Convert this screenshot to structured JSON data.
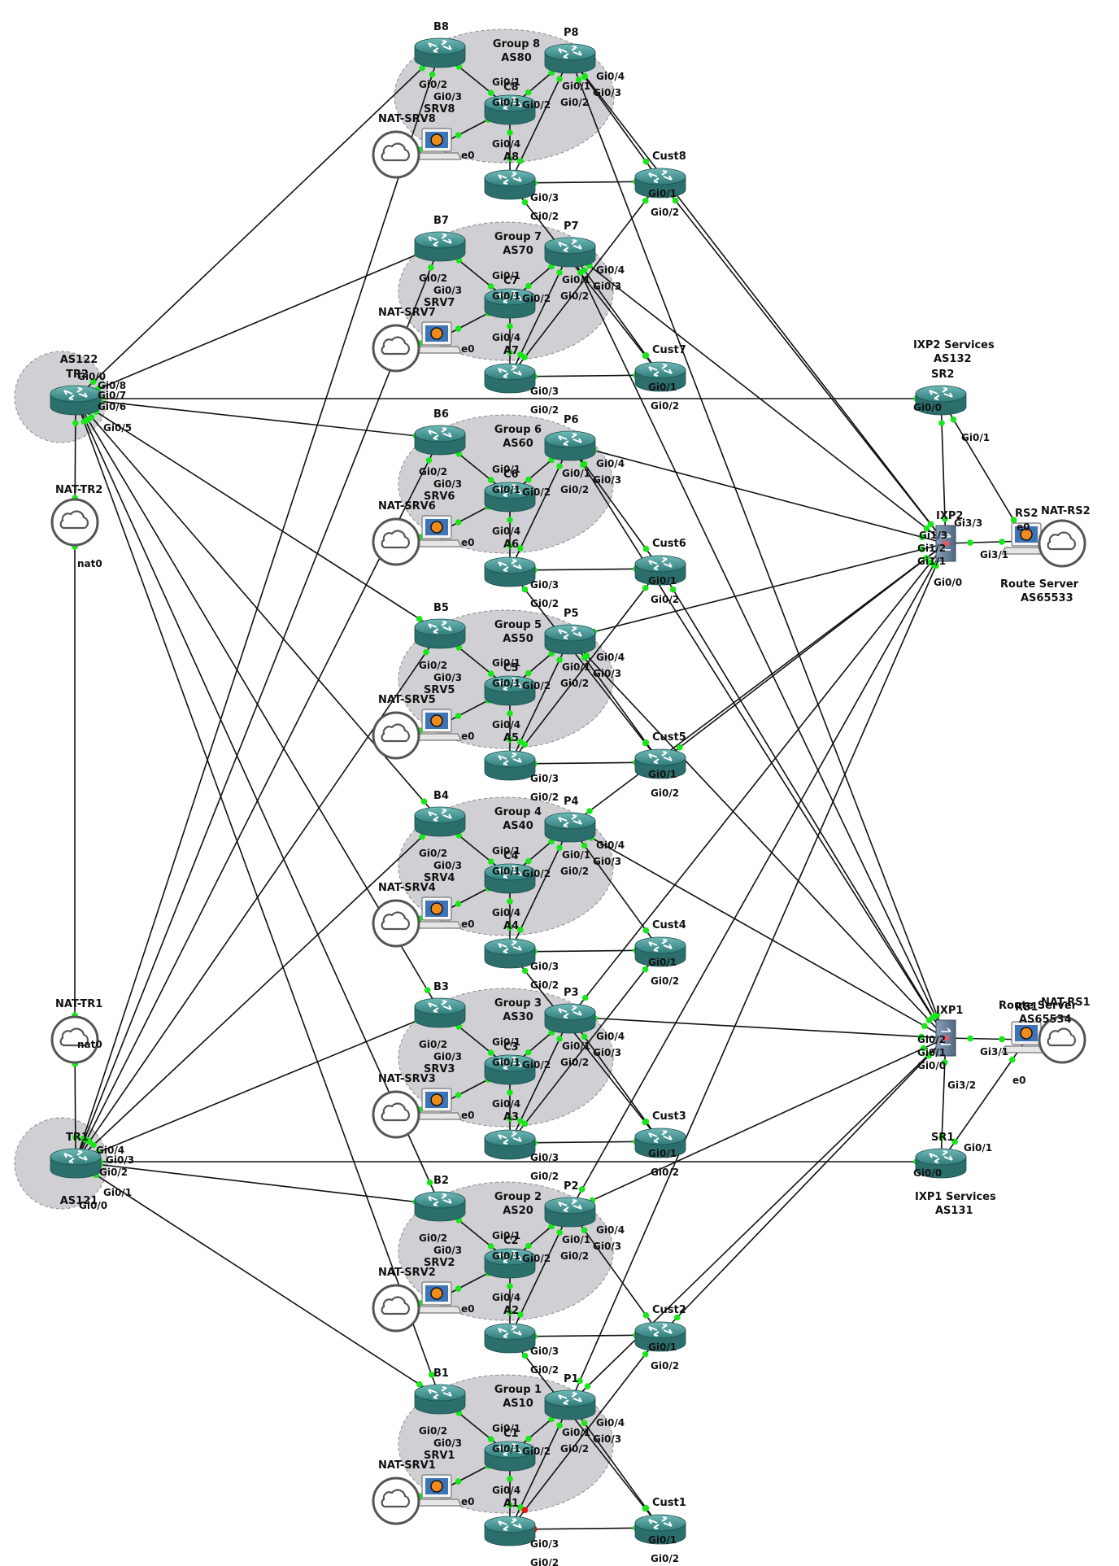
{
  "groups": [
    {
      "id": "g8",
      "name": "Group 8",
      "asn": "AS80"
    },
    {
      "id": "g7",
      "name": "Group 7",
      "asn": "AS70"
    },
    {
      "id": "g6",
      "name": "Group 6",
      "asn": "AS60"
    },
    {
      "id": "g5",
      "name": "Group 5",
      "asn": "AS50"
    },
    {
      "id": "g4",
      "name": "Group 4",
      "asn": "AS40"
    },
    {
      "id": "g3",
      "name": "Group 3",
      "asn": "AS30"
    },
    {
      "id": "g2",
      "name": "Group 2",
      "asn": "AS20"
    },
    {
      "id": "g1",
      "name": "Group 1",
      "asn": "AS10"
    },
    {
      "id": "tr2g",
      "name": "AS122",
      "asn": ""
    },
    {
      "id": "tr1g",
      "name": "",
      "asn": "AS121"
    }
  ],
  "nodes": [
    {
      "id": "B8",
      "label": "B8",
      "type": "router"
    },
    {
      "id": "P8",
      "label": "P8",
      "type": "router"
    },
    {
      "id": "C8",
      "label": "C8",
      "type": "router"
    },
    {
      "id": "A8",
      "label": "A8",
      "type": "router"
    },
    {
      "id": "Cust8",
      "label": "Cust8",
      "type": "router"
    },
    {
      "id": "SRV8",
      "label": "SRV8",
      "type": "server"
    },
    {
      "id": "NAT8",
      "label": "NAT-SRV8",
      "type": "cloud"
    },
    {
      "id": "B7",
      "label": "B7",
      "type": "router"
    },
    {
      "id": "P7",
      "label": "P7",
      "type": "router"
    },
    {
      "id": "C7",
      "label": "C7",
      "type": "router"
    },
    {
      "id": "A7",
      "label": "A7",
      "type": "router"
    },
    {
      "id": "Cust7",
      "label": "Cust7",
      "type": "router"
    },
    {
      "id": "SRV7",
      "label": "SRV7",
      "type": "server"
    },
    {
      "id": "NAT7",
      "label": "NAT-SRV7",
      "type": "cloud"
    },
    {
      "id": "B6",
      "label": "B6",
      "type": "router"
    },
    {
      "id": "P6",
      "label": "P6",
      "type": "router"
    },
    {
      "id": "C6",
      "label": "C6",
      "type": "router"
    },
    {
      "id": "A6",
      "label": "A6",
      "type": "router"
    },
    {
      "id": "Cust6",
      "label": "Cust6",
      "type": "router"
    },
    {
      "id": "SRV6",
      "label": "SRV6",
      "type": "server"
    },
    {
      "id": "NAT6",
      "label": "NAT-SRV6",
      "type": "cloud"
    },
    {
      "id": "B5",
      "label": "B5",
      "type": "router"
    },
    {
      "id": "P5",
      "label": "P5",
      "type": "router"
    },
    {
      "id": "C5",
      "label": "C5",
      "type": "router"
    },
    {
      "id": "A5",
      "label": "A5",
      "type": "router"
    },
    {
      "id": "Cust5",
      "label": "Cust5",
      "type": "router"
    },
    {
      "id": "SRV5",
      "label": "SRV5",
      "type": "server"
    },
    {
      "id": "NAT5",
      "label": "NAT-SRV5",
      "type": "cloud"
    },
    {
      "id": "B4",
      "label": "B4",
      "type": "router"
    },
    {
      "id": "P4",
      "label": "P4",
      "type": "router"
    },
    {
      "id": "C4",
      "label": "C4",
      "type": "router"
    },
    {
      "id": "A4",
      "label": "A4",
      "type": "router"
    },
    {
      "id": "Cust4",
      "label": "Cust4",
      "type": "router"
    },
    {
      "id": "SRV4",
      "label": "SRV4",
      "type": "server"
    },
    {
      "id": "NAT4",
      "label": "NAT-SRV4",
      "type": "cloud"
    },
    {
      "id": "B3",
      "label": "B3",
      "type": "router"
    },
    {
      "id": "P3",
      "label": "P3",
      "type": "router"
    },
    {
      "id": "C3",
      "label": "C3",
      "type": "router"
    },
    {
      "id": "A3",
      "label": "A3",
      "type": "router"
    },
    {
      "id": "Cust3",
      "label": "Cust3",
      "type": "router"
    },
    {
      "id": "SRV3",
      "label": "SRV3",
      "type": "server"
    },
    {
      "id": "NAT3",
      "label": "NAT-SRV3",
      "type": "cloud"
    },
    {
      "id": "B2",
      "label": "B2",
      "type": "router"
    },
    {
      "id": "P2",
      "label": "P2",
      "type": "router"
    },
    {
      "id": "C2",
      "label": "C2",
      "type": "router"
    },
    {
      "id": "A2",
      "label": "A2",
      "type": "router"
    },
    {
      "id": "Cust2",
      "label": "Cust2",
      "type": "router"
    },
    {
      "id": "SRV2",
      "label": "SRV2",
      "type": "server"
    },
    {
      "id": "NAT2",
      "label": "NAT-SRV2",
      "type": "cloud"
    },
    {
      "id": "B1",
      "label": "B1",
      "type": "router"
    },
    {
      "id": "P1",
      "label": "P1",
      "type": "router"
    },
    {
      "id": "C1",
      "label": "C1",
      "type": "router"
    },
    {
      "id": "A1",
      "label": "A1",
      "type": "router"
    },
    {
      "id": "Cust1",
      "label": "Cust1",
      "type": "router"
    },
    {
      "id": "SRV1",
      "label": "SRV1",
      "type": "server"
    },
    {
      "id": "NAT1",
      "label": "NAT-SRV1",
      "type": "cloud"
    },
    {
      "id": "TR2",
      "label": "TR2",
      "type": "router"
    },
    {
      "id": "TR1",
      "label": "TR1",
      "type": "router"
    },
    {
      "id": "NATTR2",
      "label": "NAT-TR2",
      "type": "cloud"
    },
    {
      "id": "NATTR1",
      "label": "NAT-TR1",
      "type": "cloud"
    },
    {
      "id": "SR2",
      "label": "SR2",
      "type": "router"
    },
    {
      "id": "SR1",
      "label": "SR1",
      "type": "router"
    },
    {
      "id": "IXP2",
      "label": "IXP2",
      "type": "switch"
    },
    {
      "id": "IXP1",
      "label": "IXP1",
      "type": "switch"
    },
    {
      "id": "RS2",
      "label": "RS2",
      "type": "server"
    },
    {
      "id": "RS1",
      "label": "RS1",
      "type": "server"
    },
    {
      "id": "NATRS2",
      "label": "NAT-RS2",
      "type": "cloud"
    },
    {
      "id": "NATRS1",
      "label": "NAT-RS1",
      "type": "cloud"
    }
  ],
  "annotations": [
    {
      "id": "ixp2svc",
      "lines": [
        "IXP2 Services",
        "AS132"
      ]
    },
    {
      "id": "ixp1svc",
      "lines": [
        "IXP1 Services",
        "AS131"
      ]
    },
    {
      "id": "rs2desc",
      "lines": [
        "Route Server",
        "AS65533"
      ]
    },
    {
      "id": "rs1desc",
      "lines": [
        "Route Server",
        "AS65534"
      ]
    }
  ],
  "links": [
    [
      "B8",
      "C8"
    ],
    [
      "C8",
      "P8"
    ],
    [
      "C8",
      "SRV8"
    ],
    [
      "C8",
      "A8"
    ],
    [
      "P8",
      "A8"
    ],
    [
      "P8",
      "Cust8"
    ],
    [
      "A8",
      "Cust8"
    ],
    [
      "SRV8",
      "NAT8"
    ],
    [
      "B7",
      "C7"
    ],
    [
      "C7",
      "P7"
    ],
    [
      "C7",
      "SRV7"
    ],
    [
      "C7",
      "A7"
    ],
    [
      "P7",
      "A7"
    ],
    [
      "P7",
      "Cust7"
    ],
    [
      "A7",
      "Cust7"
    ],
    [
      "SRV7",
      "NAT7"
    ],
    [
      "B6",
      "C6"
    ],
    [
      "C6",
      "P6"
    ],
    [
      "C6",
      "SRV6"
    ],
    [
      "C6",
      "A6"
    ],
    [
      "P6",
      "A6"
    ],
    [
      "P6",
      "Cust6"
    ],
    [
      "A6",
      "Cust6"
    ],
    [
      "SRV6",
      "NAT6"
    ],
    [
      "B5",
      "C5"
    ],
    [
      "C5",
      "P5"
    ],
    [
      "C5",
      "SRV5"
    ],
    [
      "C5",
      "A5"
    ],
    [
      "P5",
      "A5"
    ],
    [
      "P5",
      "Cust5"
    ],
    [
      "A5",
      "Cust5"
    ],
    [
      "SRV5",
      "NAT5"
    ],
    [
      "B4",
      "C4"
    ],
    [
      "C4",
      "P4"
    ],
    [
      "C4",
      "SRV4"
    ],
    [
      "C4",
      "A4"
    ],
    [
      "P4",
      "A4"
    ],
    [
      "P4",
      "Cust4"
    ],
    [
      "A4",
      "Cust4"
    ],
    [
      "SRV4",
      "NAT4"
    ],
    [
      "B3",
      "C3"
    ],
    [
      "C3",
      "P3"
    ],
    [
      "C3",
      "SRV3"
    ],
    [
      "C3",
      "A3"
    ],
    [
      "P3",
      "A3"
    ],
    [
      "P3",
      "Cust3"
    ],
    [
      "A3",
      "Cust3"
    ],
    [
      "SRV3",
      "NAT3"
    ],
    [
      "B2",
      "C2"
    ],
    [
      "C2",
      "P2"
    ],
    [
      "C2",
      "SRV2"
    ],
    [
      "C2",
      "A2"
    ],
    [
      "P2",
      "A2"
    ],
    [
      "P2",
      "Cust2"
    ],
    [
      "A2",
      "Cust2"
    ],
    [
      "SRV2",
      "NAT2"
    ],
    [
      "B1",
      "C1"
    ],
    [
      "C1",
      "P1"
    ],
    [
      "C1",
      "SRV1"
    ],
    [
      "C1",
      "A1"
    ],
    [
      "P1",
      "A1"
    ],
    [
      "P1",
      "Cust1"
    ],
    [
      "A1",
      "Cust1"
    ],
    [
      "SRV1",
      "NAT1"
    ],
    [
      "A8",
      "Cust7"
    ],
    [
      "A7",
      "Cust8"
    ],
    [
      "A6",
      "Cust5"
    ],
    [
      "A5",
      "Cust6"
    ],
    [
      "A4",
      "Cust3"
    ],
    [
      "A3",
      "Cust4"
    ],
    [
      "A2",
      "Cust1"
    ],
    [
      "A1",
      "Cust2"
    ],
    [
      "TR2",
      "B8"
    ],
    [
      "TR2",
      "B7"
    ],
    [
      "TR2",
      "B6"
    ],
    [
      "TR2",
      "B5"
    ],
    [
      "TR2",
      "B4"
    ],
    [
      "TR2",
      "B3"
    ],
    [
      "TR2",
      "B2"
    ],
    [
      "TR2",
      "B1"
    ],
    [
      "TR1",
      "B8"
    ],
    [
      "TR1",
      "B7"
    ],
    [
      "TR1",
      "B6"
    ],
    [
      "TR1",
      "B5"
    ],
    [
      "TR1",
      "B4"
    ],
    [
      "TR1",
      "B3"
    ],
    [
      "TR1",
      "B2"
    ],
    [
      "TR1",
      "B1"
    ],
    [
      "TR2",
      "SR2"
    ],
    [
      "TR1",
      "SR1"
    ],
    [
      "TR2",
      "NATTR2"
    ],
    [
      "TR1",
      "NATTR1"
    ],
    [
      "NATTR2",
      "NATTR1"
    ],
    [
      "SR2",
      "IXP2"
    ],
    [
      "SR1",
      "IXP1"
    ],
    [
      "SR2",
      "RS2"
    ],
    [
      "SR1",
      "RS1"
    ],
    [
      "IXP2",
      "RS2"
    ],
    [
      "IXP1",
      "RS1"
    ],
    [
      "RS2",
      "NATRS2"
    ],
    [
      "RS1",
      "NATRS1"
    ],
    [
      "P8",
      "IXP2"
    ],
    [
      "P7",
      "IXP2"
    ],
    [
      "P6",
      "IXP2"
    ],
    [
      "P5",
      "IXP2"
    ],
    [
      "P4",
      "IXP2"
    ],
    [
      "P3",
      "IXP2"
    ],
    [
      "P2",
      "IXP2"
    ],
    [
      "P1",
      "IXP2"
    ],
    [
      "P8",
      "IXP1"
    ],
    [
      "P7",
      "IXP1"
    ],
    [
      "P6",
      "IXP1"
    ],
    [
      "P5",
      "IXP1"
    ],
    [
      "P4",
      "IXP1"
    ],
    [
      "P3",
      "IXP1"
    ],
    [
      "P2",
      "IXP1"
    ],
    [
      "P1",
      "IXP1"
    ],
    [
      "Cust8",
      "IXP2"
    ],
    [
      "Cust5",
      "IXP2"
    ],
    [
      "Cust6",
      "IXP1"
    ],
    [
      "Cust2",
      "IXP1"
    ]
  ],
  "port_labels": {
    "group": [
      {
        "ref": "B",
        "text": "Gi0/2"
      },
      {
        "ref": "B",
        "text": "Gi0/3"
      },
      {
        "ref": "C",
        "text": "Gi0/1"
      },
      {
        "ref": "C",
        "text": "Gi0/1"
      },
      {
        "ref": "C",
        "text": "Gi0/4"
      },
      {
        "ref": "C",
        "text": "Gi0/2"
      },
      {
        "ref": "P",
        "text": "Gi0/1"
      },
      {
        "ref": "P",
        "text": "Gi0/2"
      },
      {
        "ref": "P",
        "text": "Gi0/3"
      },
      {
        "ref": "P",
        "text": "Gi0/4"
      },
      {
        "ref": "SRV",
        "text": "e0"
      },
      {
        "ref": "A",
        "text": "Gi0/3"
      },
      {
        "ref": "A",
        "text": "Gi0/2"
      },
      {
        "ref": "Cust",
        "text": "Gi0/1"
      },
      {
        "ref": "Cust",
        "text": "Gi0/2"
      }
    ],
    "misc": [
      {
        "id": "tr2a",
        "text": "Gi0/0"
      },
      {
        "id": "tr2b",
        "text": "Gi0/8"
      },
      {
        "id": "tr2c",
        "text": "Gi0/7"
      },
      {
        "id": "tr2d",
        "text": "Gi0/6"
      },
      {
        "id": "tr2e",
        "text": "Gi0/5"
      },
      {
        "id": "tr1a",
        "text": "Gi0/3"
      },
      {
        "id": "tr1b",
        "text": "Gi0/2"
      },
      {
        "id": "tr1c",
        "text": "Gi0/1"
      },
      {
        "id": "tr1d",
        "text": "Gi0/0"
      },
      {
        "id": "tr1e",
        "text": "Gi0/4"
      },
      {
        "id": "ntr2",
        "text": "nat0"
      },
      {
        "id": "ntr1",
        "text": "nat0"
      },
      {
        "id": "sr2a",
        "text": "Gi0/0"
      },
      {
        "id": "sr2b",
        "text": "Gi0/1"
      },
      {
        "id": "sr1a",
        "text": "Gi0/0"
      },
      {
        "id": "sr1b",
        "text": "Gi0/1"
      },
      {
        "id": "ix2a",
        "text": "Gi1/3"
      },
      {
        "id": "ix2b",
        "text": "Gi1/2"
      },
      {
        "id": "ix2c",
        "text": "Gi1/1"
      },
      {
        "id": "ix2d",
        "text": "Gi3/1"
      },
      {
        "id": "ix2e",
        "text": "Gi3/3"
      },
      {
        "id": "ix2f",
        "text": "Gi0/0"
      },
      {
        "id": "ix1a",
        "text": "Gi0/2"
      },
      {
        "id": "ix1b",
        "text": "Gi0/1"
      },
      {
        "id": "ix1c",
        "text": "Gi0/0"
      },
      {
        "id": "ix1d",
        "text": "Gi3/1"
      },
      {
        "id": "ix1e",
        "text": "Gi3/2"
      },
      {
        "id": "rs2e",
        "text": "e0"
      },
      {
        "id": "rs1e",
        "text": "e0"
      }
    ]
  },
  "colors": {
    "link": "#111111",
    "port_up": "#19e619",
    "port_down": "#ee1111",
    "router_fill": "#3e8f8d",
    "group_fill": "#c8c8cc"
  }
}
